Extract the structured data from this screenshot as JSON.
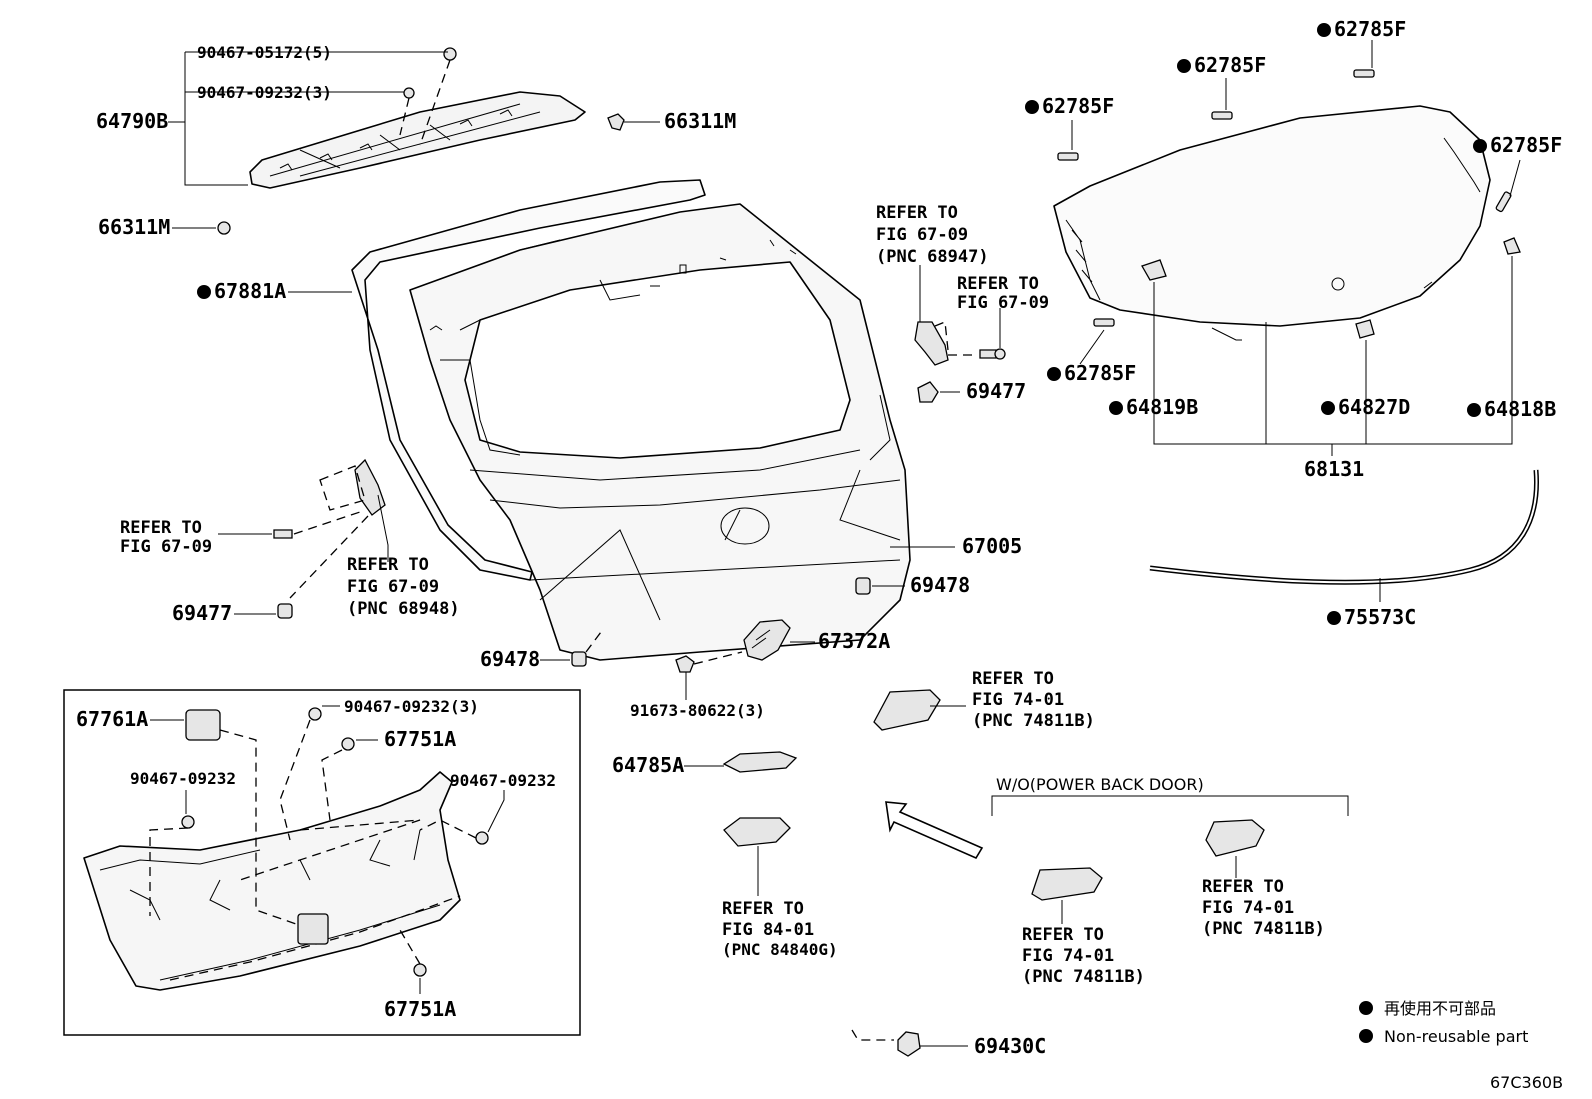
{
  "labels": {
    "p90467_05172": "90467-05172(5)",
    "p90467_09232_3_top": "90467-09232(3)",
    "p64790B": "64790B",
    "p66311M_a": "66311M",
    "p66311M_b": "66311M",
    "p67881A": "67881A",
    "p62785F_1": "62785F",
    "p62785F_2": "62785F",
    "p62785F_3": "62785F",
    "p62785F_4": "62785F",
    "p62785F_5": "62785F",
    "p69477_r": "69477",
    "p64819B": "64819B",
    "p64827D": "64827D",
    "p64818B": "64818B",
    "p68131": "68131",
    "p67005": "67005",
    "p69478_r": "69478",
    "p75573C": "75573C",
    "p69477_l": "69477",
    "p69478_b": "69478",
    "p67372A": "67372A",
    "p91673": "91673-80622(3)",
    "p64785A": "64785A",
    "p67761A": "67761A",
    "p90467_09232_3_inset": "90467-09232(3)",
    "p67751A_top": "67751A",
    "p90467_09232_l": "90467-09232",
    "p90467_09232_r": "90467-09232",
    "p67751A_bot": "67751A",
    "p69430C": "69430C"
  },
  "refs": {
    "r1": [
      "REFER TO",
      "FIG 67-09",
      "(PNC 68947)"
    ],
    "r2": [
      "REFER TO",
      "FIG 67-09"
    ],
    "r3": [
      "REFER TO",
      "FIG 67-09"
    ],
    "r4": [
      "REFER TO",
      "FIG 67-09",
      "(PNC 68948)"
    ],
    "r5": [
      "REFER TO",
      "FIG 74-01",
      "(PNC 74811B)"
    ],
    "r6": [
      "REFER TO",
      "FIG 84-01",
      "(PNC 84840G)"
    ],
    "r7": [
      "REFER TO",
      "FIG 74-01",
      "(PNC 74811B)"
    ],
    "r8": [
      "REFER TO",
      "FIG 74-01",
      "(PNC 74811B)"
    ]
  },
  "group_label": "W/O(POWER BACK DOOR)",
  "legend": {
    "jp": "再使用不可部品",
    "en": "Non-reusable part"
  },
  "figure_code": "67C360B"
}
